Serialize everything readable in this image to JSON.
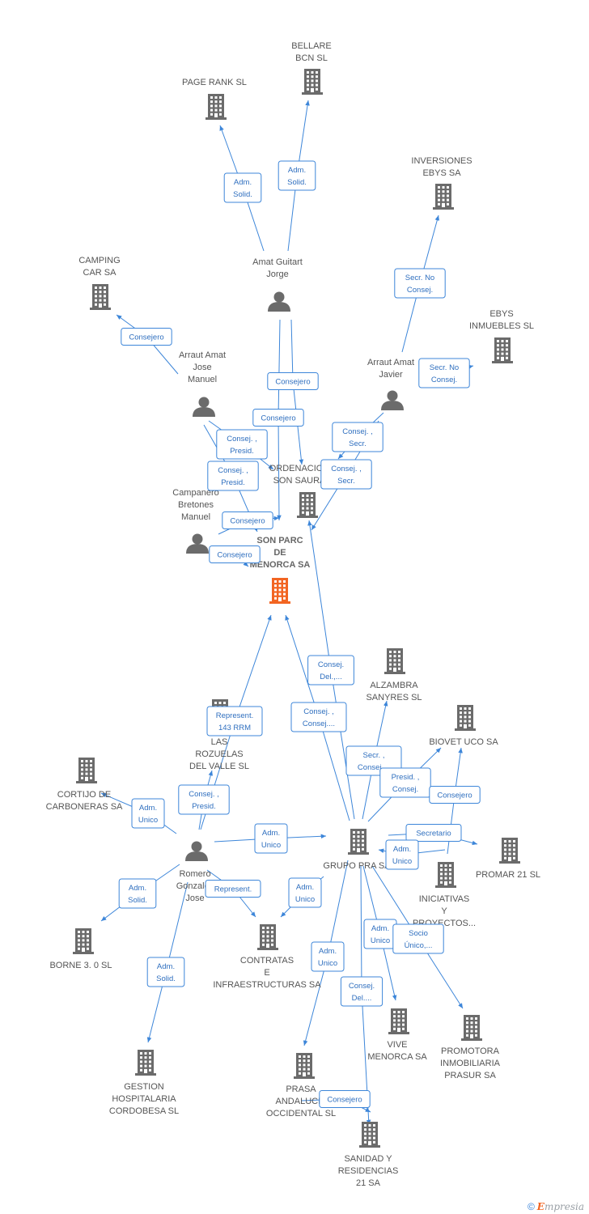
{
  "colors": {
    "edge": "#3d86d9",
    "company": "#6b6b6b",
    "focus": "#f26522",
    "person": "#6b6b6b"
  },
  "nodes": [
    {
      "id": "son-parc",
      "type": "company",
      "focus": true,
      "label": [
        "SON PARC",
        "DE",
        "MENORCA SA"
      ]
    },
    {
      "id": "page-rank",
      "type": "company",
      "label": [
        "PAGE RANK SL"
      ]
    },
    {
      "id": "bellare",
      "type": "company",
      "label": [
        "BELLARE",
        "BCN SL"
      ]
    },
    {
      "id": "inversiones-ebys",
      "type": "company",
      "label": [
        "INVERSIONES",
        "EBYS SA"
      ]
    },
    {
      "id": "camping-car",
      "type": "company",
      "label": [
        "CAMPING",
        "CAR SA"
      ]
    },
    {
      "id": "ebys-inmuebles",
      "type": "company",
      "label": [
        "EBYS",
        "INMUEBLES SL"
      ]
    },
    {
      "id": "amat-guitart",
      "type": "person",
      "label": [
        "Amat Guitart",
        "Jorge"
      ]
    },
    {
      "id": "arraut-amat-jose",
      "type": "person",
      "label": [
        "Arraut Amat",
        "Jose",
        "Manuel"
      ]
    },
    {
      "id": "arraut-amat-javier",
      "type": "person",
      "label": [
        "Arraut Amat",
        "Javier"
      ]
    },
    {
      "id": "ordenacion",
      "type": "company",
      "label": [
        "ORDENACION",
        "SON SAURA"
      ]
    },
    {
      "id": "campanero",
      "type": "person",
      "label": [
        "Campanero",
        "Bretones",
        "Manuel"
      ]
    },
    {
      "id": "alzambra",
      "type": "company",
      "label": [
        "ALZAMBRA",
        "SANYRES SL"
      ]
    },
    {
      "id": "las-rozuelas",
      "type": "company",
      "label": [
        "LAS",
        "ROZUELAS",
        "DEL VALLE SL"
      ]
    },
    {
      "id": "biovet",
      "type": "company",
      "label": [
        "BIOVET UCO SA"
      ]
    },
    {
      "id": "cortijo",
      "type": "company",
      "label": [
        "CORTIJO DE",
        "CARBONERAS SA"
      ]
    },
    {
      "id": "romero",
      "type": "person",
      "label": [
        "Romero",
        "Gonzalez",
        "Jose"
      ]
    },
    {
      "id": "grupo-pra",
      "type": "company",
      "label": [
        "GRUPO PRA SA"
      ]
    },
    {
      "id": "promar",
      "type": "company",
      "label": [
        "PROMAR 21 SL"
      ]
    },
    {
      "id": "iniciativas",
      "type": "company",
      "label": [
        "INICIATIVAS",
        "Y",
        "PROYECTOS..."
      ]
    },
    {
      "id": "borne",
      "type": "company",
      "label": [
        "BORNE 3. 0  SL"
      ]
    },
    {
      "id": "contratas",
      "type": "company",
      "label": [
        "CONTRATAS",
        "E",
        "INFRAESTRUCTURAS SA"
      ]
    },
    {
      "id": "vive-menorca",
      "type": "company",
      "label": [
        "VIVE",
        "MENORCA SA"
      ]
    },
    {
      "id": "promotora",
      "type": "company",
      "label": [
        "PROMOTORA",
        "INMOBILIARIA",
        "PRASUR SA"
      ]
    },
    {
      "id": "gestion",
      "type": "company",
      "label": [
        "GESTION",
        "HOSPITALARIA",
        "CORDOBESA SL"
      ]
    },
    {
      "id": "prasa",
      "type": "company",
      "label": [
        "PRASA",
        "ANDALUCIA",
        "OCCIDENTAL  SL"
      ]
    },
    {
      "id": "sanidad",
      "type": "company",
      "label": [
        "SANIDAD Y",
        "RESIDENCIAS",
        "21 SA"
      ]
    }
  ],
  "edges": [
    {
      "from": "amat-guitart",
      "to": "page-rank",
      "label": [
        "Adm.",
        "Solid."
      ]
    },
    {
      "from": "amat-guitart",
      "to": "bellare",
      "label": [
        "Adm.",
        "Solid."
      ]
    },
    {
      "from": "arraut-amat-javier",
      "to": "inversiones-ebys",
      "label": [
        "Secr.  No",
        "Consej."
      ]
    },
    {
      "from": "arraut-amat-jose",
      "to": "camping-car",
      "label": [
        "Consejero"
      ]
    },
    {
      "from": "arraut-amat-javier",
      "to": "ebys-inmuebles",
      "label": [
        "Secr.  No",
        "Consej."
      ]
    },
    {
      "from": "amat-guitart",
      "to": "ordenacion",
      "label": [
        "Consejero"
      ]
    },
    {
      "from": "amat-guitart",
      "to": "son-parc",
      "label": [
        "Consejero"
      ]
    },
    {
      "from": "arraut-amat-jose",
      "to": "ordenacion",
      "label": [
        "Consej. ,",
        "Presid."
      ]
    },
    {
      "from": "arraut-amat-jose",
      "to": "son-parc",
      "label": [
        "Consej. ,",
        "Presid."
      ]
    },
    {
      "from": "arraut-amat-javier",
      "to": "ordenacion",
      "label": [
        "Consej. ,",
        "Secr."
      ]
    },
    {
      "from": "arraut-amat-javier",
      "to": "son-parc",
      "label": [
        "Consej. ,",
        "Secr."
      ]
    },
    {
      "from": "campanero",
      "to": "ordenacion",
      "label": [
        "Consejero"
      ]
    },
    {
      "from": "campanero",
      "to": "son-parc",
      "label": [
        "Consejero"
      ]
    },
    {
      "from": "grupo-pra",
      "to": "ordenacion",
      "label": [
        "Consej.",
        "Del.,..."
      ]
    },
    {
      "from": "grupo-pra",
      "to": "son-parc",
      "label": [
        "Consej. ,",
        "Consej...."
      ]
    },
    {
      "from": "romero",
      "to": "son-parc",
      "label": [
        "Represent.",
        "143 RRM"
      ]
    },
    {
      "from": "romero",
      "to": "las-rozuelas",
      "label": [
        "Consej. ,",
        "Presid."
      ]
    },
    {
      "from": "romero",
      "to": "cortijo",
      "label": [
        "Adm.",
        "Unico"
      ]
    },
    {
      "from": "romero",
      "to": "grupo-pra",
      "label": [
        "Adm.",
        "Unico"
      ]
    },
    {
      "from": "grupo-pra",
      "to": "alzambra",
      "label": [
        "Secr. ,",
        "Consej...."
      ]
    },
    {
      "from": "grupo-pra",
      "to": "biovet",
      "label": [
        "Presid. ,",
        "Consej."
      ]
    },
    {
      "from": "iniciativas",
      "to": "biovet",
      "label": [
        "Consejero"
      ]
    },
    {
      "from": "grupo-pra",
      "to": "promar",
      "label": [
        "Secretario"
      ]
    },
    {
      "from": "iniciativas",
      "to": "grupo-pra",
      "label": [
        "Adm.",
        "Unico"
      ]
    },
    {
      "from": "romero",
      "to": "borne",
      "label": [
        "Adm.",
        "Solid."
      ]
    },
    {
      "from": "romero",
      "to": "contratas",
      "label": [
        "Represent."
      ]
    },
    {
      "from": "grupo-pra",
      "to": "contratas",
      "label": [
        "Adm.",
        "Unico"
      ]
    },
    {
      "from": "romero",
      "to": "gestion",
      "label": [
        "Adm.",
        "Solid."
      ]
    },
    {
      "from": "grupo-pra",
      "to": "prasa",
      "label": [
        "Adm.",
        "Unico"
      ]
    },
    {
      "from": "grupo-pra",
      "to": "vive-menorca",
      "label": [
        "Adm.",
        "Unico"
      ]
    },
    {
      "from": "grupo-pra",
      "to": "promotora",
      "label": [
        "Socio",
        "Único,..."
      ]
    },
    {
      "from": "grupo-pra",
      "to": "sanidad",
      "label": [
        "Consej.",
        "Del...."
      ]
    },
    {
      "from": "prasa",
      "to": "sanidad",
      "label": [
        "Consejero"
      ]
    }
  ],
  "footer": {
    "copyright": "©",
    "brand_initial": "E",
    "brand_rest": "mpresia"
  }
}
